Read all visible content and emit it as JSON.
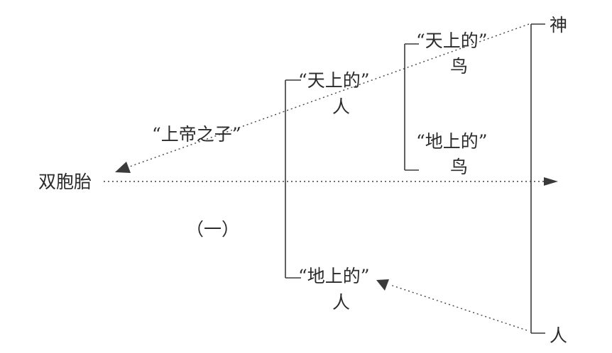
{
  "labels": {
    "shen": "神",
    "ren_right": "人",
    "tian_bird_line1": "“天上的”",
    "tian_bird_line2": "鸟",
    "di_bird_line1": "“地上的”",
    "di_bird_line2": "鸟",
    "tian_person_line1": "“天上的”",
    "tian_person_line2": "人",
    "di_person_line1": "“地上的”",
    "di_person_line2": "人",
    "son_of_god": "“上帝之子”",
    "twins": "双胞胎",
    "section": "（一）"
  }
}
